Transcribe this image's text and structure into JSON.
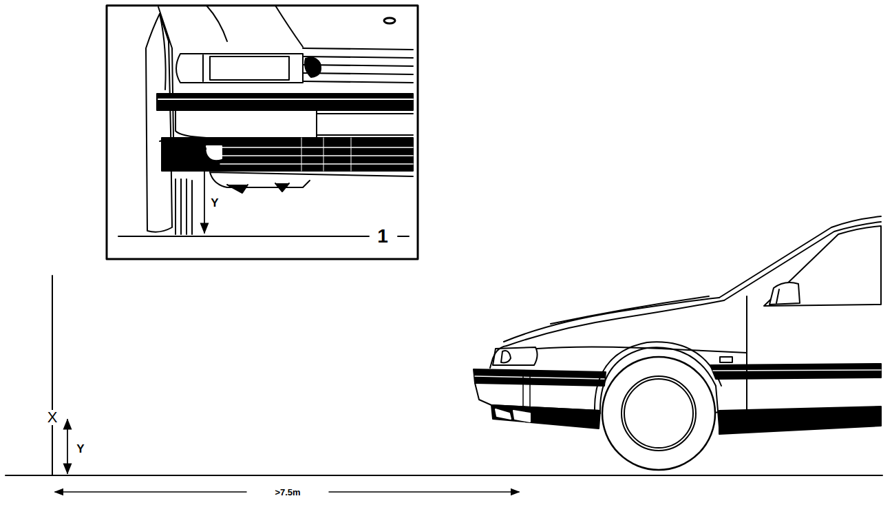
{
  "diagram": {
    "labels": [
      "Y",
      "1",
      "X",
      "Y",
      ">7.5m"
    ]
  }
}
